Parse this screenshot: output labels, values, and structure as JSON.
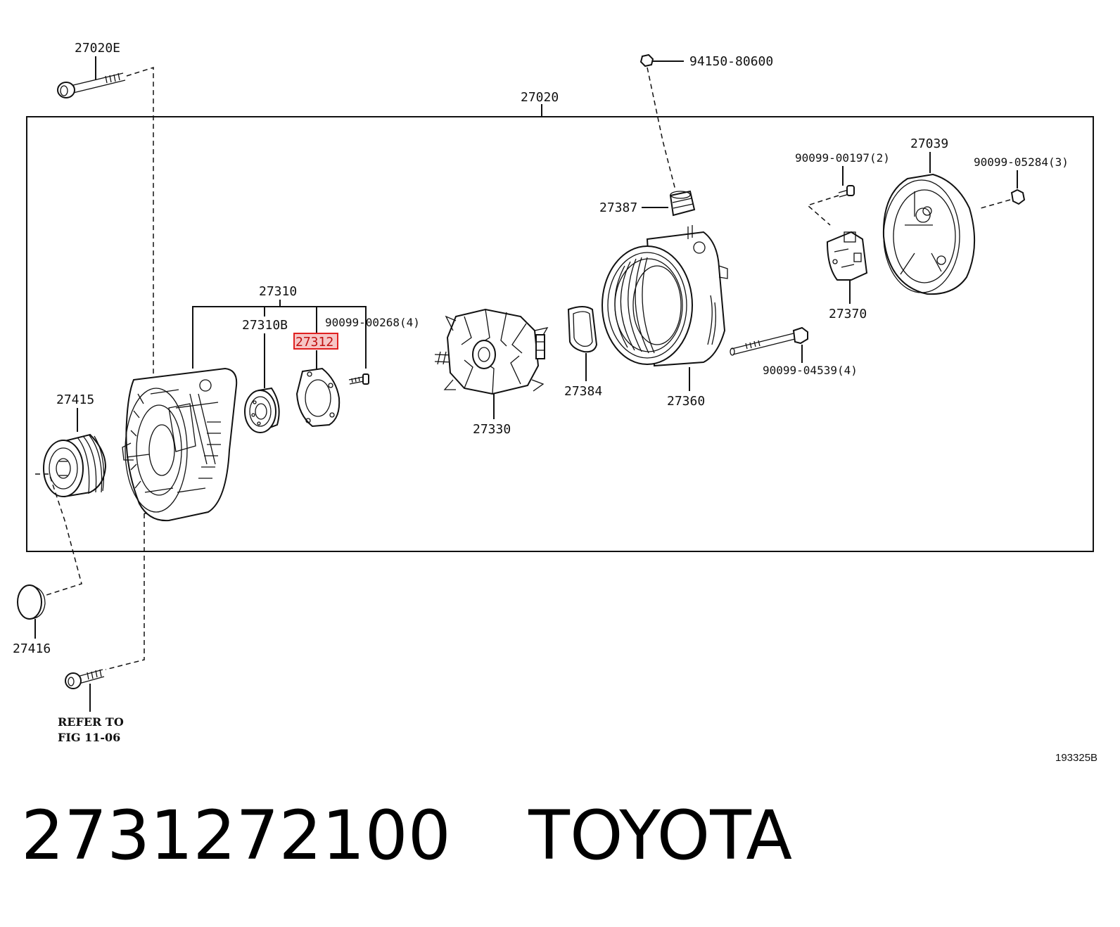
{
  "diagram": {
    "assembly_label": "27020",
    "callouts": {
      "p27020E": "27020E",
      "p94150": "94150-80600",
      "p27039": "27039",
      "p90099_00197": "90099-00197(2)",
      "p90099_05284": "90099-05284(3)",
      "p27387": "27387",
      "p27310": "27310",
      "p27310B": "27310B",
      "p27312": "27312",
      "p90099_00268": "90099-00268(4)",
      "p27415": "27415",
      "p27330": "27330",
      "p27384": "27384",
      "p27360": "27360",
      "p27370": "27370",
      "p90099_04539": "90099-04539(4)",
      "p27416": "27416"
    },
    "refer_line1": "REFER TO",
    "refer_line2": "FIG 11-06",
    "figure_id": "193325B",
    "highlighted_part": "27312",
    "highlight_color": "#e02020"
  },
  "footer": {
    "part_number": "2731272100",
    "brand": "TOYOTA"
  }
}
